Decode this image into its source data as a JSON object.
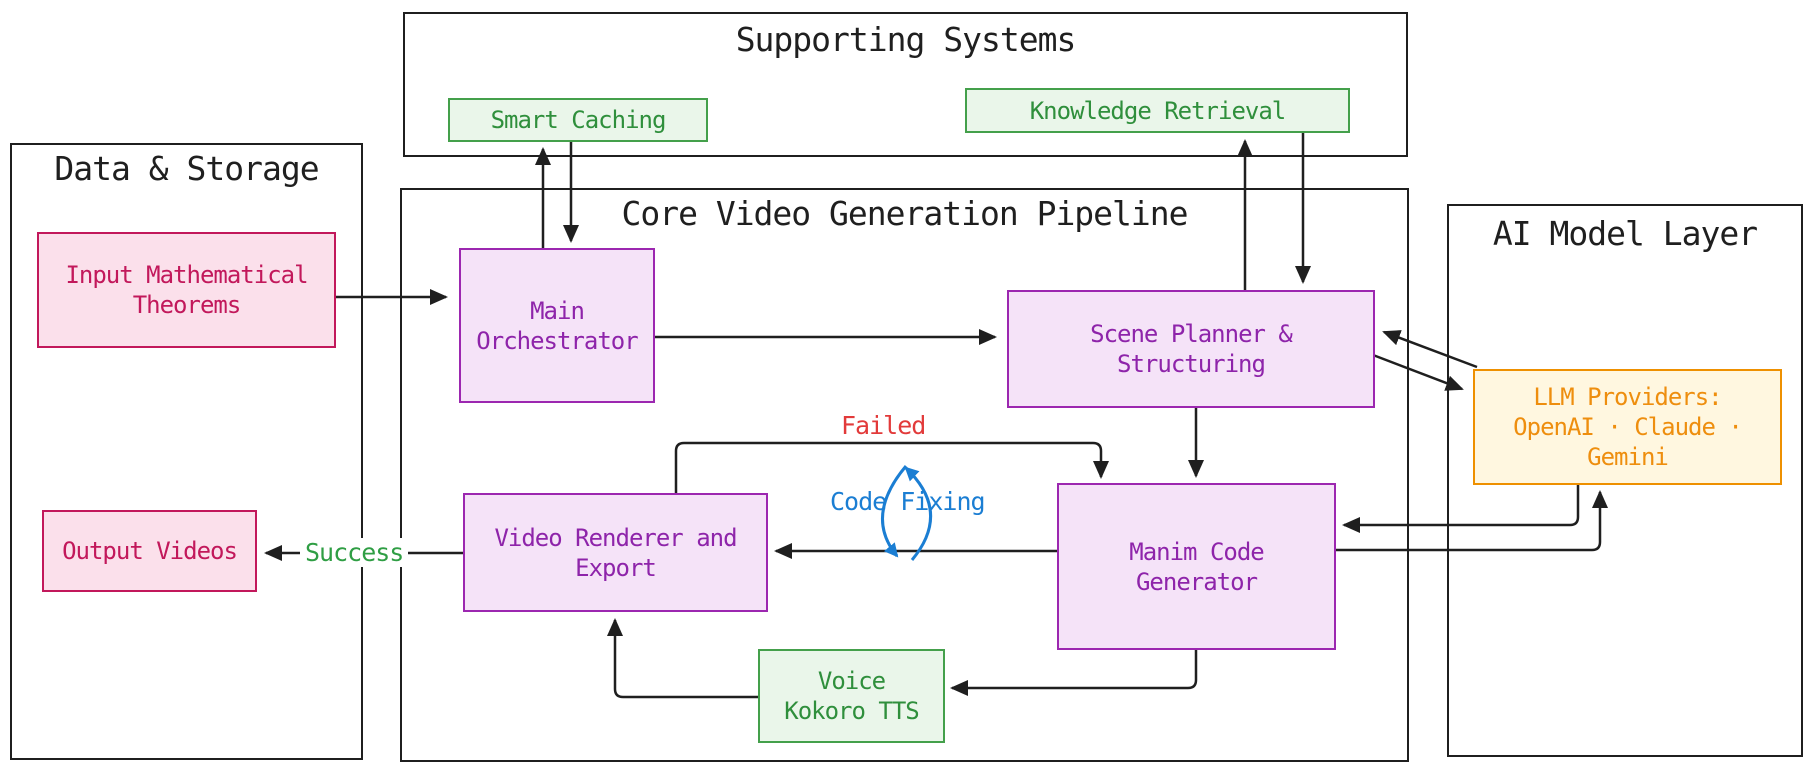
{
  "diagram": {
    "containers": {
      "data_storage": {
        "title": "Data & Storage"
      },
      "supporting": {
        "title": "Supporting Systems"
      },
      "core": {
        "title": "Core Video Generation Pipeline"
      },
      "ai_layer": {
        "title": "AI Model Layer"
      }
    },
    "nodes": {
      "input_theorems": {
        "label": "Input Mathematical\nTheorems"
      },
      "output_videos": {
        "label": "Output Videos"
      },
      "smart_caching": {
        "label": "Smart Caching"
      },
      "knowledge_retrieval": {
        "label": "Knowledge Retrieval"
      },
      "main_orchestrator": {
        "label": "Main\nOrchestrator"
      },
      "scene_planner": {
        "label": "Scene Planner &\nStructuring"
      },
      "manim_generator": {
        "label": "Manim Code\nGenerator"
      },
      "video_renderer": {
        "label": "Video Renderer and\nExport"
      },
      "voice_tts": {
        "label": "Voice\nKokoro TTS"
      },
      "llm_providers": {
        "label": "LLM Providers:\nOpenAI · Claude ·\nGemini"
      }
    },
    "edge_labels": {
      "failed": "Failed",
      "code_fixing": "Code Fixing",
      "success": "Success"
    },
    "colors": {
      "node_styles": {
        "purple": {
          "border": "#9C27B0",
          "fill": "#F5E3F8",
          "text": "#8E24AA"
        },
        "green": {
          "border": "#44A04B",
          "fill": "#EAF6EA",
          "text": "#2F8F3C"
        },
        "pink": {
          "border": "#C2185B",
          "fill": "#FBE0EB",
          "text": "#C2185B"
        },
        "orange": {
          "border": "#EE9000",
          "fill": "#FFF7E0",
          "text": "#EE8E0E"
        }
      },
      "labels": {
        "failed": "#E23A3A",
        "code_fixing": "#1B7ED3",
        "success": "#2F9E44"
      },
      "line": "#1F1F1F"
    }
  }
}
